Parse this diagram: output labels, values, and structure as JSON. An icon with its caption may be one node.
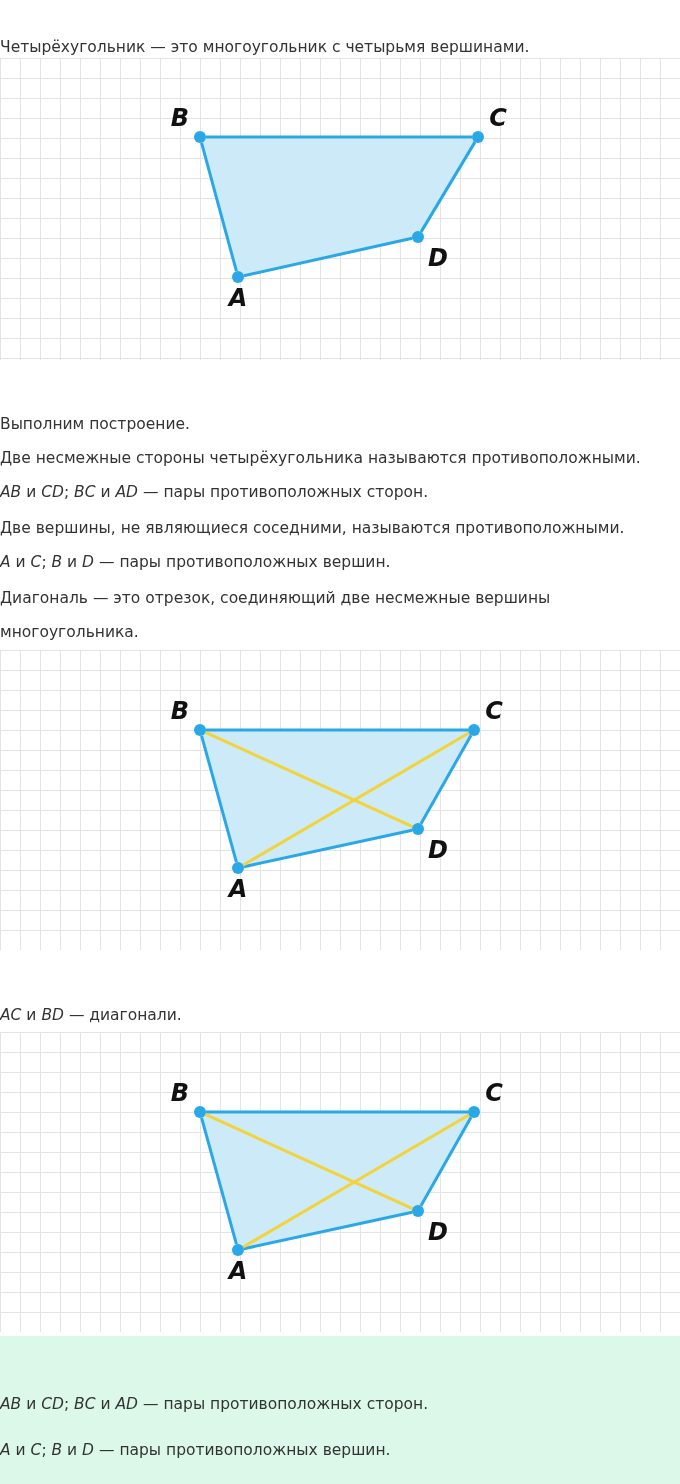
{
  "diagram": {
    "nodes": [
      {
        "text": [
          "B"
        ]
      },
      {
        "text": [
          "C"
        ]
      },
      {
        "text": [
          "D"
        ]
      },
      {
        "text": [
          "A"
        ]
      },
      {
        "text": [
          "B"
        ]
      },
      {
        "text": [
          "C"
        ]
      },
      {
        "text": [
          "D"
        ]
      },
      {
        "text": [
          "A"
        ]
      },
      {
        "text": [
          "B"
        ]
      },
      {
        "text": [
          "C"
        ]
      },
      {
        "text": [
          "D"
        ]
      },
      {
        "text": [
          "A"
        ]
      }
    ],
    "edges": [
      {
        "from": 0,
        "to": 1,
        "arrow": "none"
      },
      {
        "from": 1,
        "to": 2,
        "arrow": "none"
      },
      {
        "from": 2,
        "to": 3,
        "arrow": "none"
      },
      {
        "from": 3,
        "to": 0,
        "arrow": "none"
      },
      {
        "from": 4,
        "to": 5,
        "arrow": "none"
      },
      {
        "from": 5,
        "to": 6,
        "arrow": "none"
      },
      {
        "from": 6,
        "to": 7,
        "arrow": "none"
      },
      {
        "from": 7,
        "to": 4,
        "arrow": "none"
      },
      {
        "from": 4,
        "to": 6,
        "arrow": "none",
        "color": "#f2d33a"
      },
      {
        "from": 7,
        "to": 5,
        "arrow": "none",
        "color": "#f2d33a"
      },
      {
        "from": 8,
        "to": 9,
        "arrow": "none"
      },
      {
        "from": 9,
        "to": 10,
        "arrow": "none"
      },
      {
        "from": 10,
        "to": 11,
        "arrow": "none"
      },
      {
        "from": 11,
        "to": 8,
        "arrow": "none"
      },
      {
        "from": 8,
        "to": 10,
        "arrow": "none",
        "color": "#f2d33a"
      },
      {
        "from": 11,
        "to": 9,
        "arrow": "none",
        "color": "#f2d33a"
      }
    ],
    "labels": [
      "Четырёхугольник — это многоугольник с четырьмя вершинами.",
      "Выполним построение.",
      "Две несмежные стороны четырёхугольника называются противоположными.",
      "*AB* и *CD*; *BC* и *AD* — пары противоположных сторон.",
      "Две вершины, не являющиеся соседними, называются противоположными.",
      "*A* и *C*; *B* и *D* — пары противоположных вершин.",
      "Диагональ — это отрезок, соединяющий две несмежные вершины многоугольника.",
      "*AC* и *BD* — диагонали.",
      "*AB* и *CD*; *BC* и *AD* — пары противоположных сторон.",
      "*A* и *C*; *B* и *D* — пары противоположных вершин."
    ]
  }
}
